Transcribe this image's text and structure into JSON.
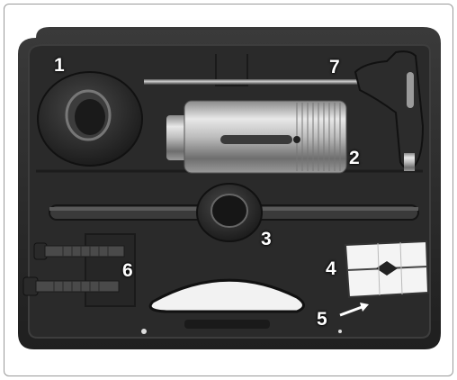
{
  "image": {
    "subject": "tool-kit-in-case",
    "background": "#ffffff",
    "case_color": "#2b2b2b"
  },
  "callouts": [
    {
      "id": "1",
      "label": "1"
    },
    {
      "id": "2",
      "label": "2"
    },
    {
      "id": "3",
      "label": "3"
    },
    {
      "id": "4",
      "label": "4"
    },
    {
      "id": "5",
      "label": "5"
    },
    {
      "id": "6",
      "label": "6"
    },
    {
      "id": "7",
      "label": "7"
    }
  ]
}
